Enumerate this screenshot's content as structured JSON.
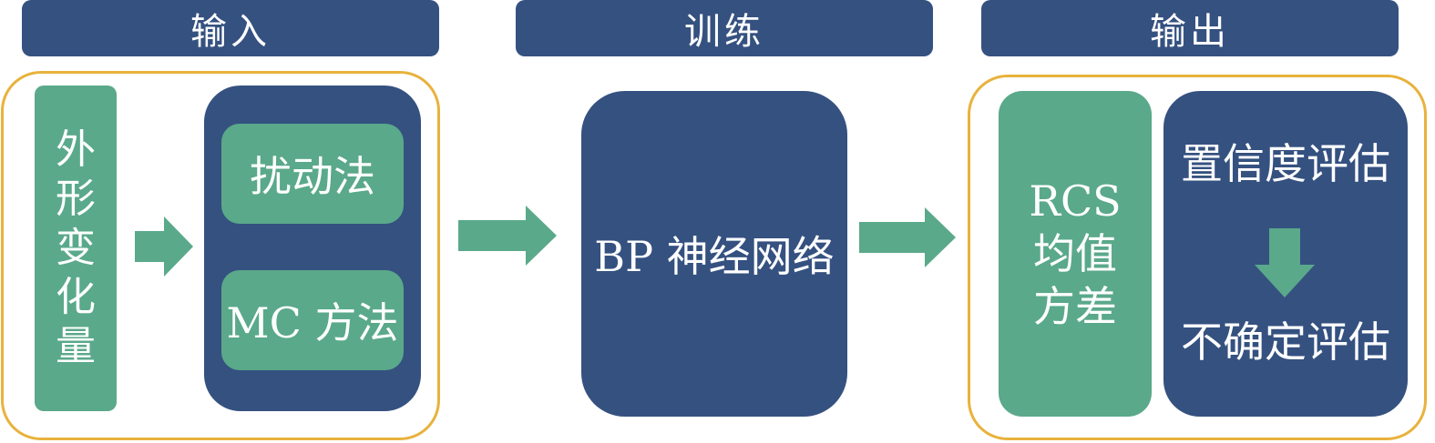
{
  "headers": {
    "input": "输入",
    "train": "训练",
    "output": "输出"
  },
  "input": {
    "shape_variation": "外形变化量",
    "methods": [
      "扰动法",
      "MC 方法"
    ]
  },
  "train": {
    "network": "BP 神经网络"
  },
  "output": {
    "rcs_lines": [
      "RCS",
      "均值",
      "方差"
    ],
    "confidence_eval": "置信度评估",
    "uncertainty_eval": "不确定评估"
  },
  "colors": {
    "navy": "#355180",
    "green": "#5aa98a",
    "gold": "#e8b23c"
  },
  "icons": [
    "arrow-right-icon",
    "arrow-right-icon",
    "arrow-right-icon",
    "arrow-down-icon"
  ]
}
